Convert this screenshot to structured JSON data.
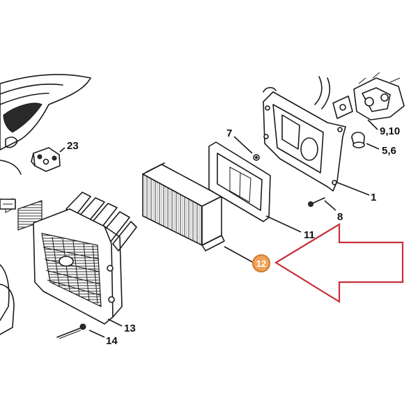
{
  "labels": {
    "p1": "1",
    "p5_6": "5,6",
    "p7": "7",
    "p8": "8",
    "p9_10": "9,10",
    "p11": "11",
    "p12": "12",
    "p13": "13",
    "p14": "14",
    "p23": "23"
  },
  "colors": {
    "highlight": "#f0a35a",
    "highlight_border": "#d07a2c",
    "arrow": "#c8303a",
    "line": "#1a1a1a"
  }
}
